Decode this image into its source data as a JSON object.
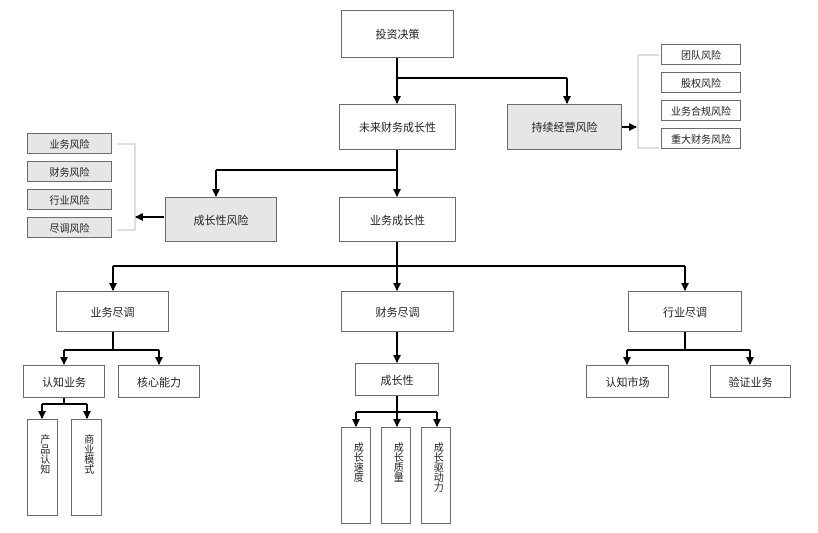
{
  "root": "投资决策",
  "growth": "未来财务成长性",
  "ongoing_risk": "持续经营风险",
  "ongoing_risks": [
    "团队风险",
    "股权风险",
    "业务合规风险",
    "重大财务风险"
  ],
  "business_growth": "业务成长性",
  "growth_risk": "成长性风险",
  "growth_risks": [
    "业务风险",
    "财务风险",
    "行业风险",
    "尽调风险"
  ],
  "due_diligence": {
    "business": "业务尽调",
    "finance": "财务尽调",
    "industry": "行业尽调"
  },
  "business_sub": {
    "know_business": "认知业务",
    "core_ability": "核心能力",
    "product": "产品认知",
    "model": "商业模式"
  },
  "finance_sub": {
    "growth": "成长性",
    "speed": "成长速度",
    "quality": "成长质量",
    "drive": "成长驱动力"
  },
  "industry_sub": {
    "market": "认知市场",
    "verify": "验证业务"
  }
}
